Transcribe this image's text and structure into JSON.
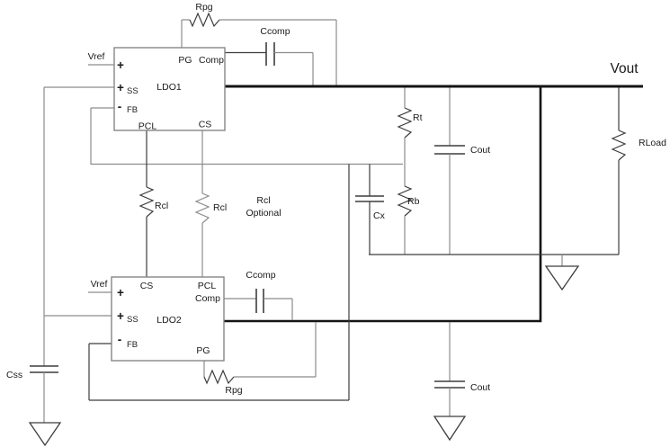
{
  "colors": {
    "bus_black": "#141414",
    "wire_gray": "#8c8c8c",
    "wire_dark": "#3d3d3d",
    "box_border": "#858585",
    "text": "#1a1a1a",
    "background": "#ffffff"
  },
  "nets": {
    "vout": "Vout"
  },
  "ldo1": {
    "name": "LDO1",
    "vref": "Vref",
    "pins": {
      "vref_plus": "+",
      "pg": "PG",
      "comp": "Comp",
      "ss_plus": "+",
      "ss": "SS",
      "fb_minus": "-",
      "fb": "FB",
      "pcl": "PCL",
      "cs": "CS"
    }
  },
  "ldo2": {
    "name": "LDO2",
    "vref": "Vref",
    "pins": {
      "vref_plus": "+",
      "cs": "CS",
      "pcl": "PCL",
      "comp": "Comp",
      "ss_plus": "+",
      "ss": "SS",
      "fb_minus": "-",
      "fb": "FB",
      "pg": "PG"
    }
  },
  "components": {
    "rpg1": "Rpg",
    "ccomp1": "Ccomp",
    "rcl1": "Rcl",
    "rcl2": "Rcl",
    "rt": "Rt",
    "rb": "Rb",
    "cx": "Cx",
    "cout1": "Cout",
    "rload": "RLoad",
    "ccomp2": "Ccomp",
    "rpg2": "Rpg",
    "css": "Css",
    "cout2": "Cout"
  },
  "note": {
    "line1": "Rcl",
    "line2": "Optional"
  }
}
